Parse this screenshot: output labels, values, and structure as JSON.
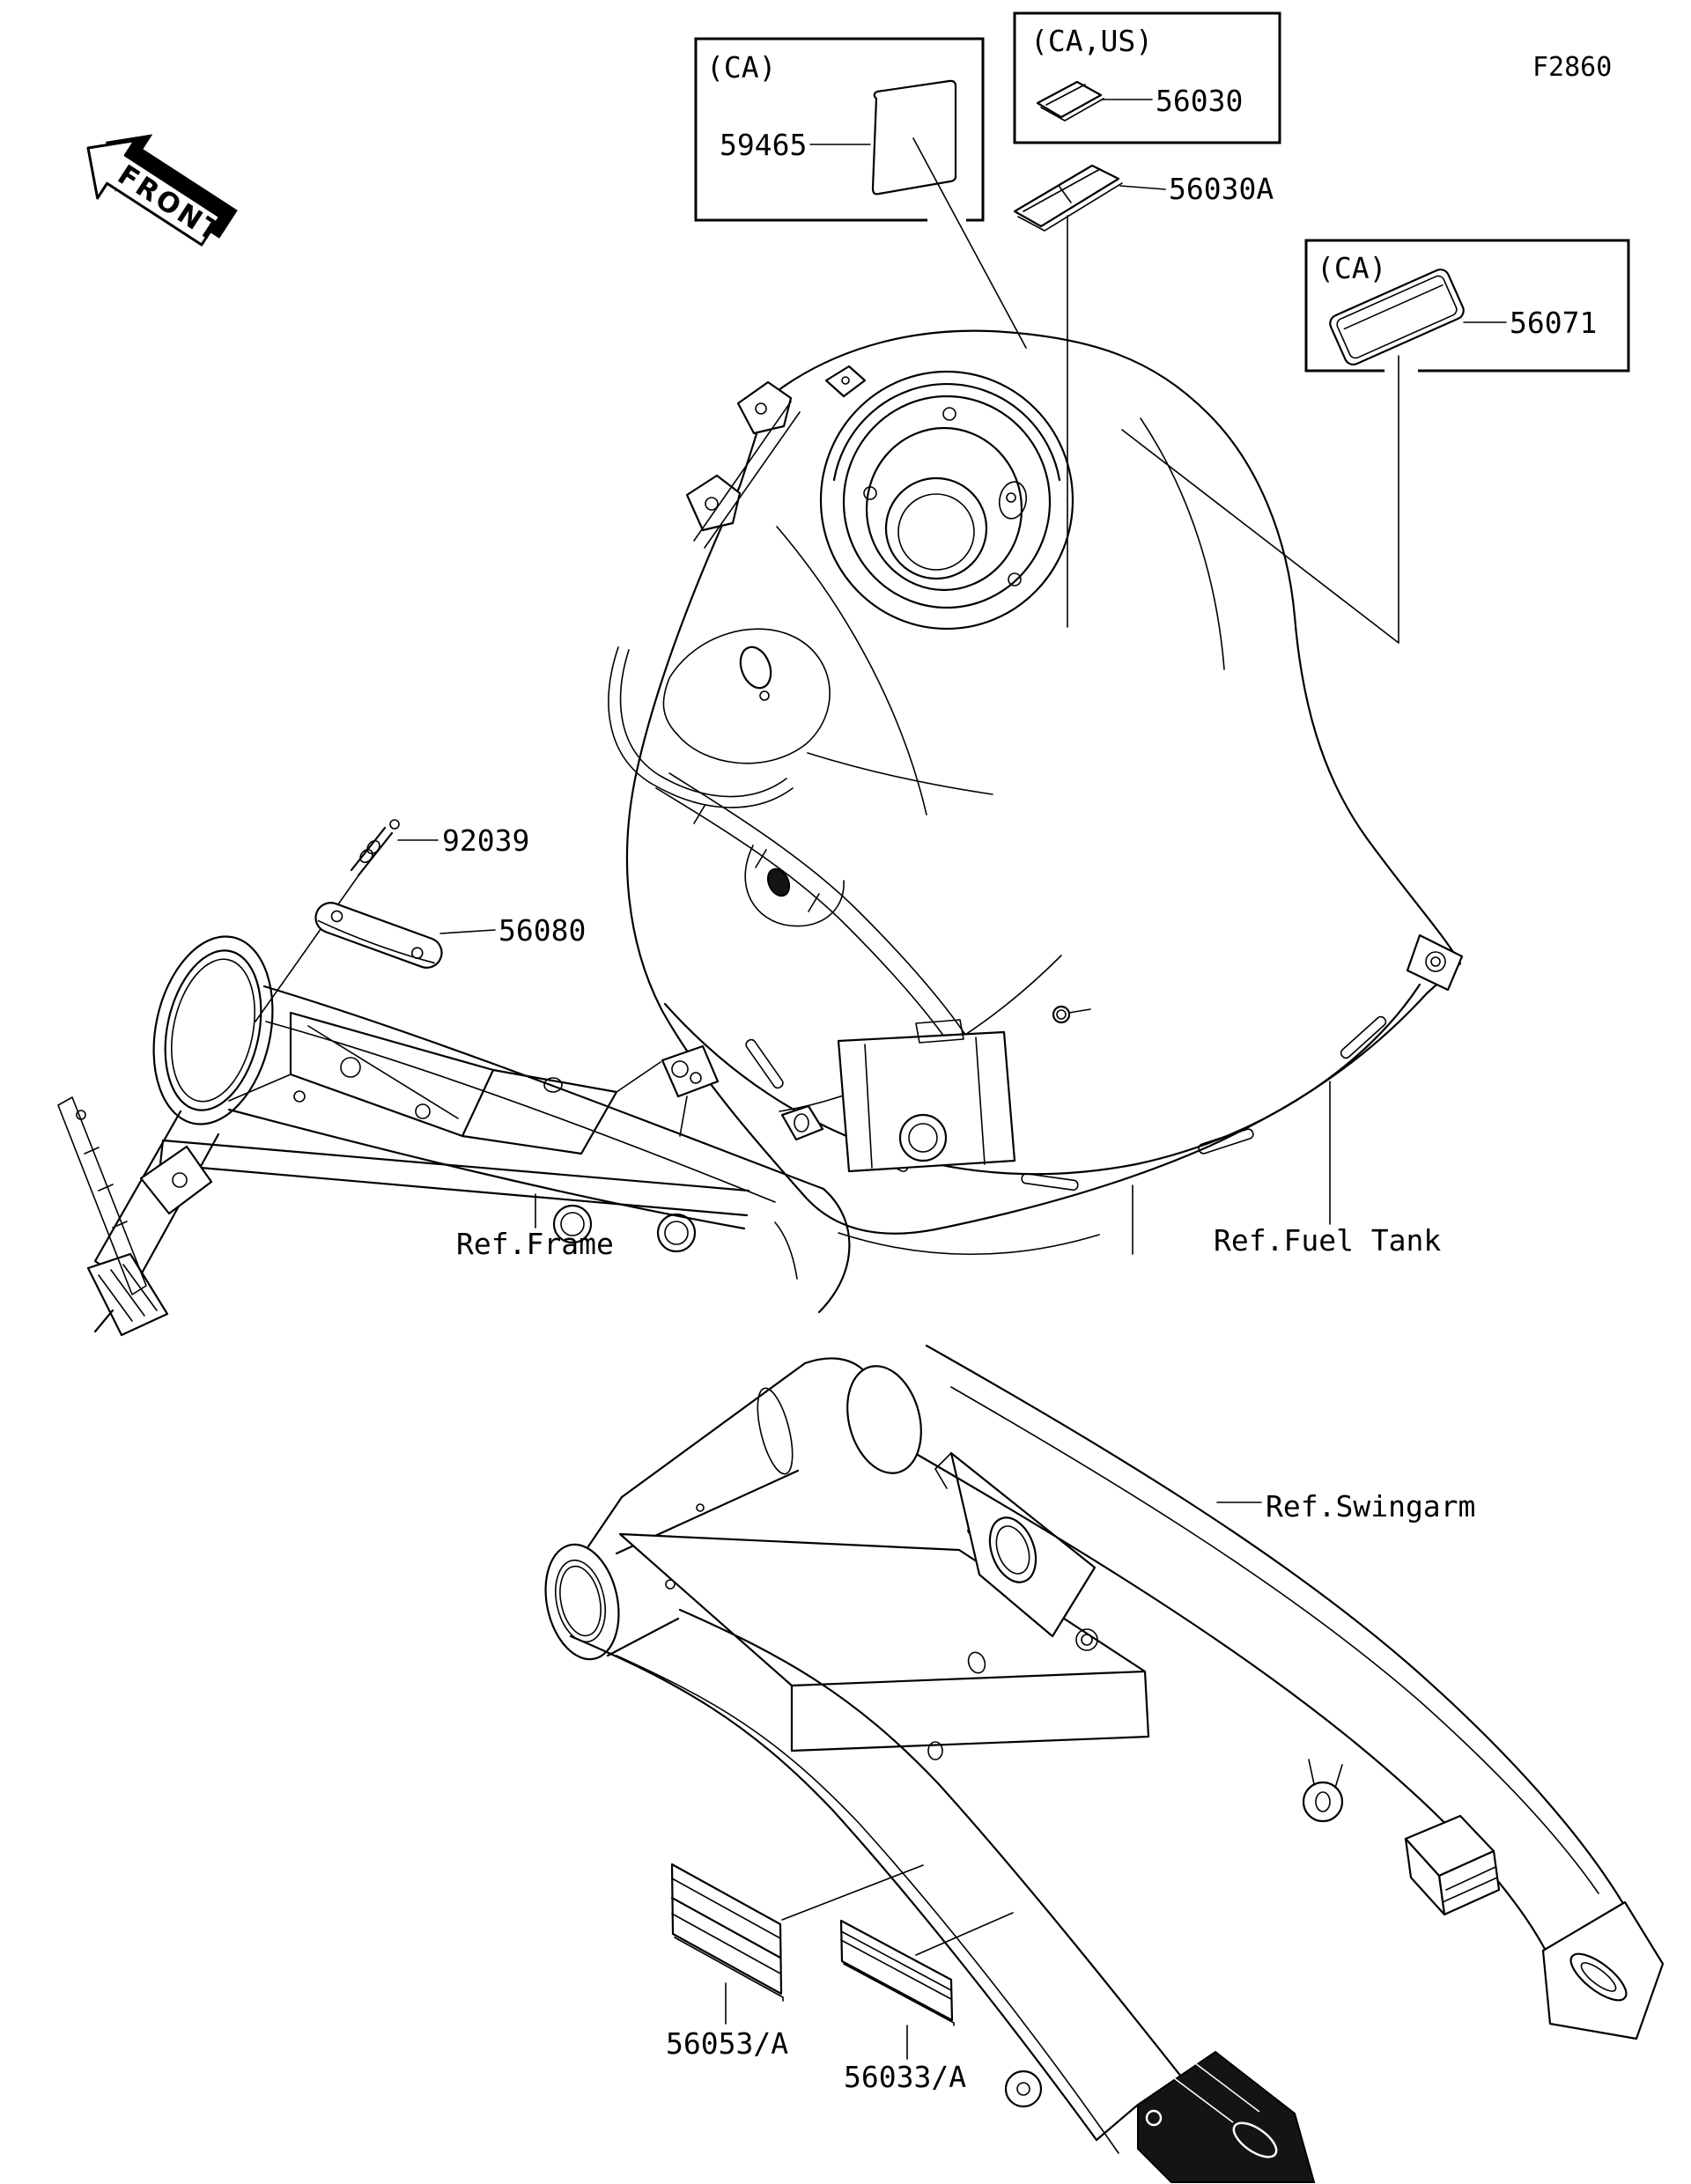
{
  "page": {
    "background": "#ffffff",
    "line_color": "#000000",
    "figure_code": "F2860"
  },
  "front_arrow": {
    "label": "FRONT"
  },
  "callout_boxes": [
    {
      "region_tag": "(CA)",
      "part_number": "59465"
    },
    {
      "region_tag": "(CA,US)",
      "part_number": "56030",
      "part_number_alt": "56030A"
    },
    {
      "region_tag": "(CA)",
      "part_number": "56071"
    }
  ],
  "frame_parts": {
    "pin": "92039",
    "bracket_plate": "56080"
  },
  "swingarm_labels": {
    "left": "56053/A",
    "right": "56033/A"
  },
  "references": {
    "frame": "Ref.Frame",
    "fuel_tank": "Ref.Fuel Tank",
    "swingarm": "Ref.Swingarm"
  }
}
